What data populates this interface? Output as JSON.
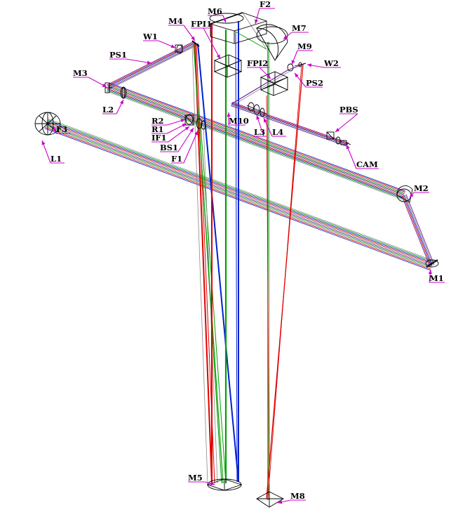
{
  "diagram": {
    "colors": {
      "red": "#e00000",
      "green": "#00a000",
      "blue": "#0020d0",
      "purple": "#7020a0",
      "gray": "#8a8a8a",
      "label_line": "#cc00cc",
      "optic": "#000000"
    },
    "labels": {
      "M1": "M1",
      "M2": "M2",
      "M3": "M3",
      "M4": "M4",
      "M5": "M5",
      "M6": "M6",
      "M7": "M7",
      "M8": "M8",
      "M9": "M9",
      "M10": "M10",
      "W1": "W1",
      "W2": "W2",
      "PS1": "PS1",
      "PS2": "PS2",
      "L1": "L1",
      "L2": "L2",
      "L3": "L3",
      "L4": "L4",
      "F1": "F1",
      "F2": "F2",
      "F3": "F3",
      "R1": "R1",
      "R2": "R2",
      "IF1": "IF1",
      "BS1": "BS1",
      "FPI1": "FPI1",
      "FPI2": "FPI2",
      "PBS": "PBS",
      "CAM": "CAM"
    }
  }
}
